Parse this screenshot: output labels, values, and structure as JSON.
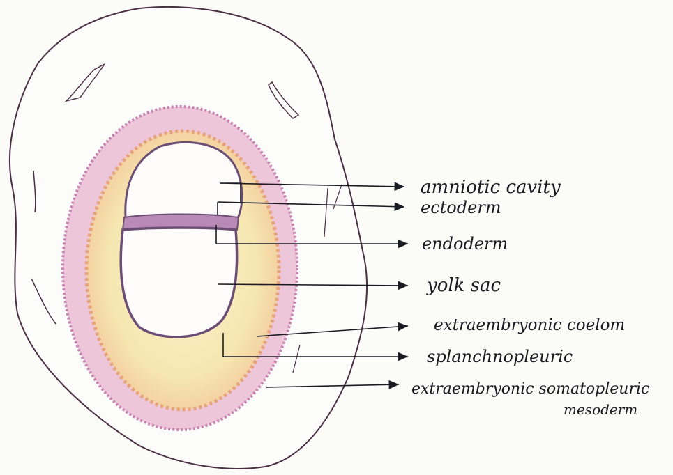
{
  "colors": {
    "ink": "#1b1b24",
    "outline": "#4a2f45",
    "paper": "#fbfbf8",
    "pink": "#d58bb8",
    "mauve": "#7c5a8a",
    "cream": "#f6e8b4",
    "orange": "#e8a877"
  },
  "labels": {
    "amniotic": "amniotic cavity",
    "ectoderm": "ectoderm",
    "endoderm": "endoderm",
    "yolk": "yolk sac",
    "coelom": "extraembryonic coelom",
    "splanch": "splanchnopleuric",
    "somato1": "extraembryonic somatopleuric",
    "somato2": "mesoderm"
  }
}
